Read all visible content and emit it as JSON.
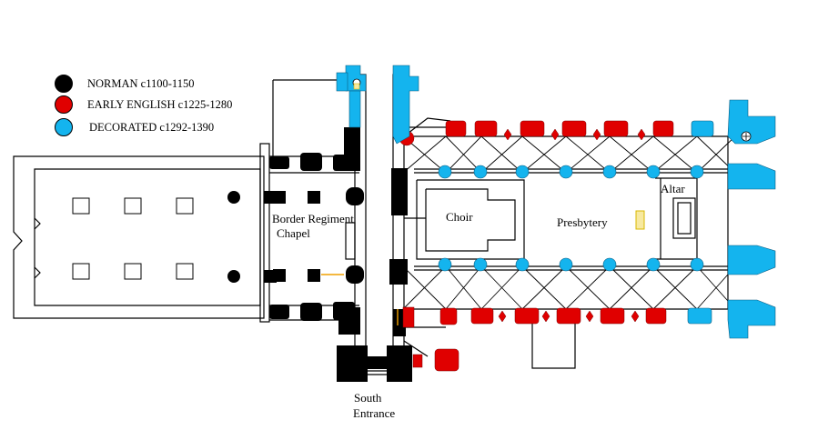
{
  "legend": [
    {
      "label": "NORMAN c1100-1150",
      "color": "#000000"
    },
    {
      "label": "EARLY ENGLISH c1225-1280",
      "color": "#e00000"
    },
    {
      "label": "DECORATED c1292-1390",
      "color": "#14b4ee"
    }
  ],
  "labels": {
    "border_regiment": "Border Regiment",
    "chapel": "Chapel",
    "choir": "Choir",
    "presbytery": "Presbytery",
    "altar": "Altar",
    "south": "South",
    "entrance": "Entrance"
  },
  "colors": {
    "norman": "#000000",
    "early_english": "#e00000",
    "decorated": "#14b4ee",
    "altar_marker": "#f7e9a0"
  }
}
